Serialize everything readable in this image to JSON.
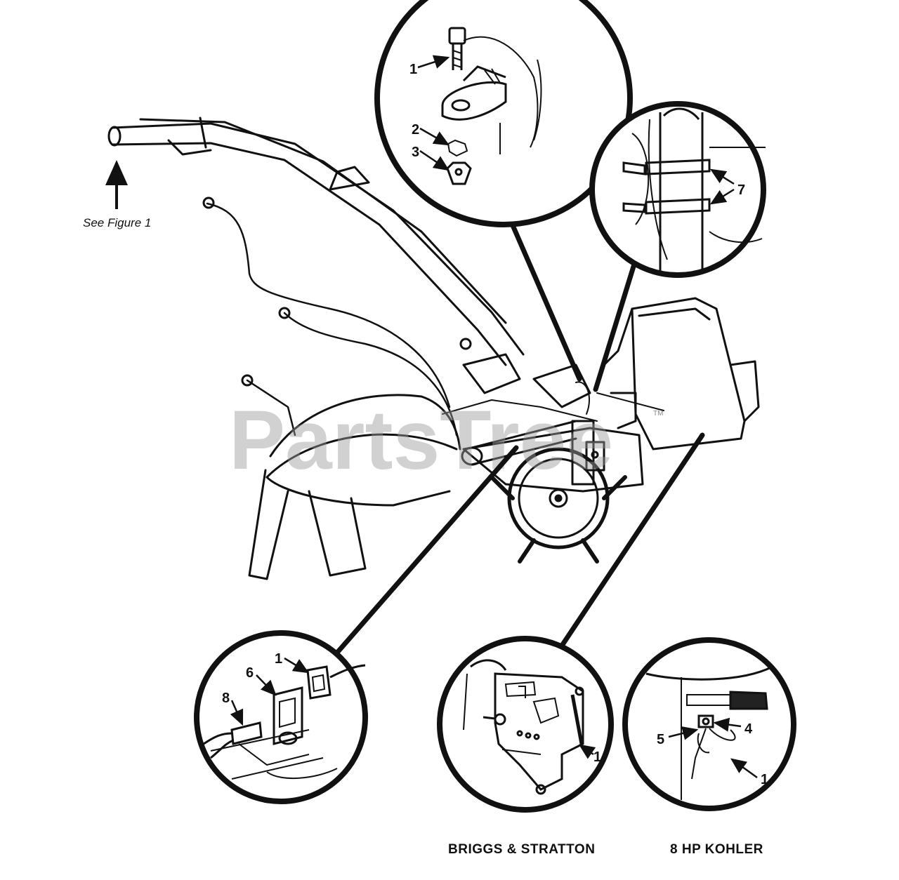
{
  "watermark": {
    "text": "PartsTree",
    "tm": "TM"
  },
  "see_figure": "See Figure 1",
  "detail_top": {
    "callouts": [
      "1",
      "2",
      "3"
    ]
  },
  "detail_right": {
    "callouts": [
      "7"
    ]
  },
  "detail_bottom_left": {
    "callouts": [
      "1",
      "6",
      "8"
    ]
  },
  "detail_briggs": {
    "callouts": [
      "1"
    ],
    "caption": "BRIGGS & STRATTON"
  },
  "detail_kohler": {
    "callouts": [
      "4",
      "5",
      "1"
    ],
    "caption": "8 HP KOHLER"
  }
}
